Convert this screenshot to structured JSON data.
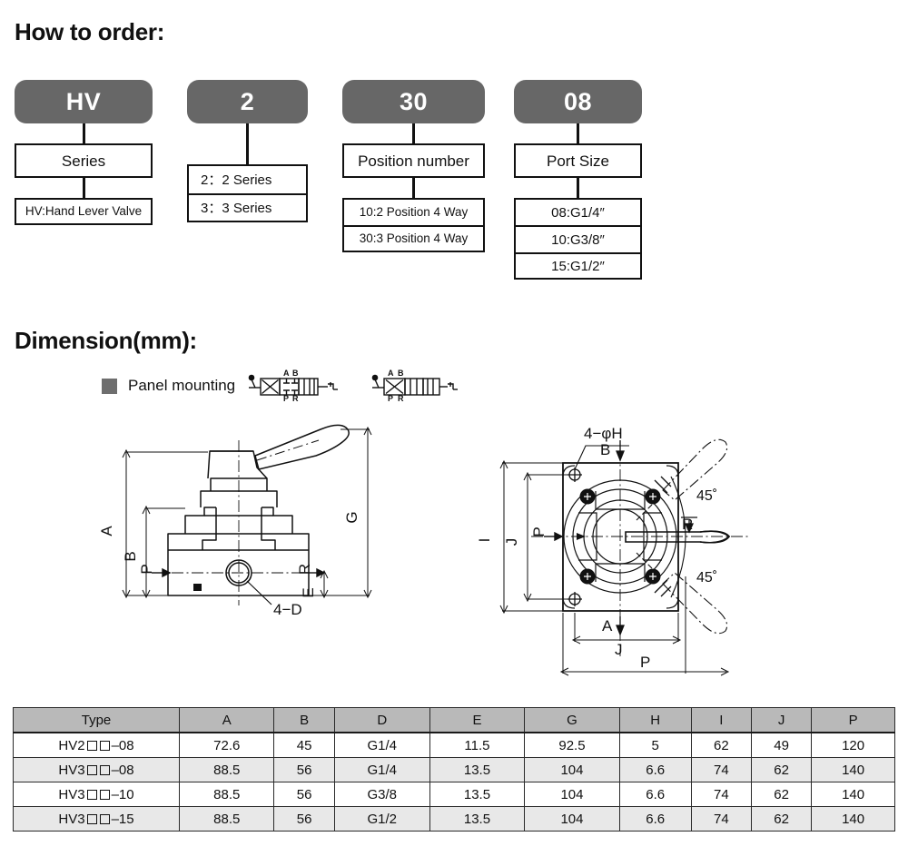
{
  "sections": {
    "order_title": "How to order:",
    "dimension_title": "Dimension(mm):"
  },
  "colors": {
    "pill_gray": "#676767",
    "table_header_gray": "#b9b9b9",
    "table_alt_row": "#e8e8e8",
    "panel_square": "#6e6e6e",
    "line_black": "#111111"
  },
  "order": {
    "columns": [
      {
        "code": "HV",
        "level1": "Series",
        "options": [
          "HV:Hand Lever Valve"
        ]
      },
      {
        "code": "2",
        "level1": null,
        "options": [
          "2：2 Series",
          "3：3 Series"
        ]
      },
      {
        "code": "30",
        "level1": "Position number",
        "options": [
          "10:2 Position 4 Way",
          "30:3 Position 4 Way"
        ]
      },
      {
        "code": "08",
        "level1": "Port Size",
        "options": [
          "08:G1/4″",
          "10:G3/8″",
          "15:G1/2″"
        ]
      }
    ]
  },
  "panel_mounting": {
    "label": "Panel mounting",
    "symbols": [
      {
        "name": "valve-symbol-3position-4way",
        "ports_top": [
          "A",
          "B"
        ],
        "ports_bottom": [
          "P",
          "R"
        ]
      },
      {
        "name": "valve-symbol-2position-4way",
        "ports_top": [
          "A",
          "B"
        ],
        "ports_bottom": [
          "P",
          "R"
        ]
      }
    ]
  },
  "drawings": {
    "side_view": {
      "name": "valve-side-view",
      "labels": [
        "A",
        "B",
        "P",
        "R",
        "E",
        "G",
        "4−D",
        "B"
      ]
    },
    "front_view": {
      "name": "valve-front-view",
      "labels": [
        "4−φH",
        "B",
        "I",
        "J",
        "P",
        "R",
        "A",
        "J",
        "P",
        "45˚",
        "45˚"
      ]
    }
  },
  "spec_table": {
    "headers": [
      "Type",
      "A",
      "B",
      "D",
      "E",
      "G",
      "H",
      "I",
      "J",
      "P"
    ],
    "rows": [
      {
        "type_prefix": "HV2",
        "type_suffix": "–08",
        "values": [
          "72.6",
          "45",
          "G1/4",
          "11.5",
          "92.5",
          "5",
          "62",
          "49",
          "120"
        ]
      },
      {
        "type_prefix": "HV3",
        "type_suffix": "–08",
        "values": [
          "88.5",
          "56",
          "G1/4",
          "13.5",
          "104",
          "6.6",
          "74",
          "62",
          "140"
        ]
      },
      {
        "type_prefix": "HV3",
        "type_suffix": "–10",
        "values": [
          "88.5",
          "56",
          "G3/8",
          "13.5",
          "104",
          "6.6",
          "74",
          "62",
          "140"
        ]
      },
      {
        "type_prefix": "HV3",
        "type_suffix": "–15",
        "values": [
          "88.5",
          "56",
          "G1/2",
          "13.5",
          "104",
          "6.6",
          "74",
          "62",
          "140"
        ]
      }
    ]
  }
}
